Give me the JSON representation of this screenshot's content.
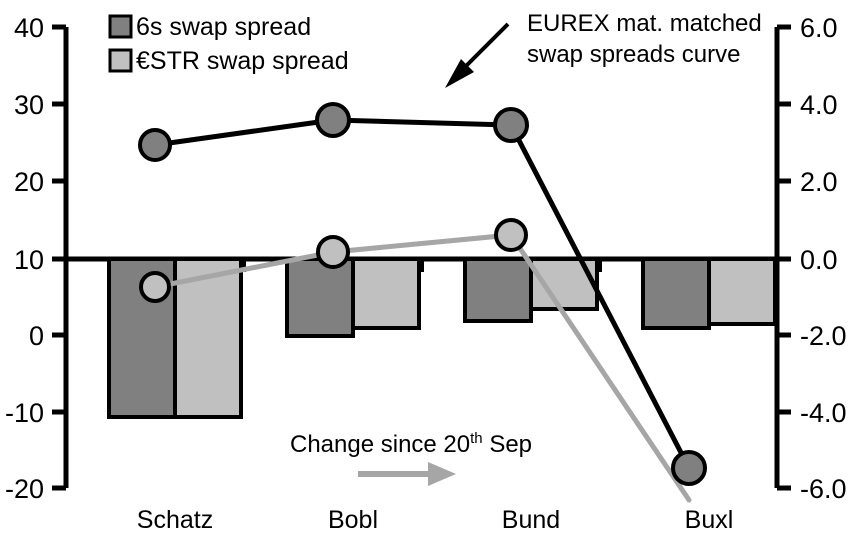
{
  "chart_data": {
    "type": "bar",
    "title": "",
    "subtitle": "",
    "xlabel": "",
    "ylabel": "",
    "ylabel_right": "",
    "categories": [
      "Schatz",
      "Bobl",
      "Bund",
      "Buxl"
    ],
    "yaxis_left": {
      "ticks": [
        "40",
        "30",
        "20",
        "10",
        "0",
        "-10",
        "-20"
      ],
      "tick_values": [
        40,
        30,
        20,
        10,
        0,
        -10,
        -20
      ],
      "ylim": [
        -20,
        40
      ],
      "baseline_value": 10
    },
    "yaxis_right": {
      "ticks": [
        "6.0",
        "4.0",
        "2.0",
        "0.0",
        "-2.0",
        "-4.0",
        "-6.0"
      ],
      "tick_values": [
        6.0,
        4.0,
        2.0,
        0.0,
        -2.0,
        -4.0,
        -6.0
      ],
      "ylim": [
        -6.0,
        6.0
      ],
      "baseline_value": 0.0
    },
    "grid": false,
    "legend_position": "top-left",
    "series": [
      {
        "name": "6s swap spread",
        "type": "bar",
        "axis": "right",
        "color": "#808080",
        "values": [
          -4.1,
          -2.0,
          -1.6,
          -1.8
        ]
      },
      {
        "name": "€STR swap spread",
        "type": "bar",
        "axis": "right",
        "color": "#c0c0c0",
        "values": [
          -4.1,
          -1.8,
          -1.3,
          -1.7
        ]
      },
      {
        "name": "EUREX mat. matched swap spreads curve",
        "type": "line",
        "axis": "left",
        "color": "#000000",
        "marker_fill": "#808080",
        "values": [
          24.6,
          28.0,
          27.3,
          -18.1
        ]
      },
      {
        "name": "Change since 20th Sep",
        "type": "line",
        "axis": "left",
        "color": "#a6a6a6",
        "marker_fill": "#c0c0c0",
        "values": [
          6.1,
          10.6,
          12.8,
          -19.6
        ]
      }
    ]
  },
  "legend": {
    "items": [
      {
        "label": "6s swap spread",
        "color": "#808080"
      },
      {
        "label": "€STR swap spread",
        "color": "#c0c0c0"
      }
    ]
  },
  "annotations": {
    "curve_note_line1": "EUREX mat. matched",
    "curve_note_line2": "swap spreads curve",
    "change_note_prefix": "Change since 20",
    "change_note_sup": "th",
    "change_note_suffix": " Sep"
  },
  "colors": {
    "bar_dark": "#808080",
    "bar_light": "#c0c0c0",
    "line_black": "#000000",
    "line_grey": "#a6a6a6",
    "axis": "#000000",
    "background": "#ffffff"
  }
}
